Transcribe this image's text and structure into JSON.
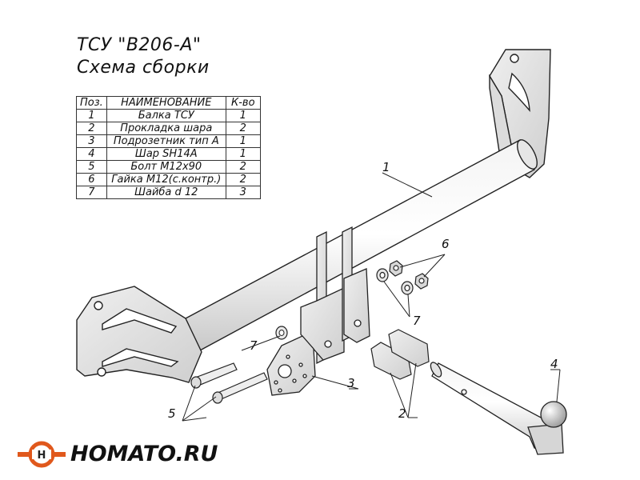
{
  "title": "ТСУ \"B206-A\"",
  "subtitle": "Схема сборки",
  "table": {
    "headers": [
      "Поз.",
      "НАИМЕНОВАНИЕ",
      "К-во"
    ],
    "rows": [
      [
        "1",
        "Балка ТСУ",
        "1"
      ],
      [
        "2",
        "Прокладка шара",
        "2"
      ],
      [
        "3",
        "Подрозетник тип А",
        "1"
      ],
      [
        "4",
        "Шар SH14A",
        "1"
      ],
      [
        "5",
        "Болт М12х90",
        "2"
      ],
      [
        "6",
        "Гайка М12(с.контр.)",
        "2"
      ],
      [
        "7",
        "Шайба d 12",
        "3"
      ]
    ]
  },
  "callouts": {
    "c1": "1",
    "c2": "2",
    "c3": "3",
    "c4": "4",
    "c5": "5",
    "c6": "6",
    "c7a": "7",
    "c7b": "7"
  },
  "logo": {
    "text": "HOMATO.RU",
    "colors": {
      "ring": "#e0581c",
      "dark": "#222222"
    }
  }
}
